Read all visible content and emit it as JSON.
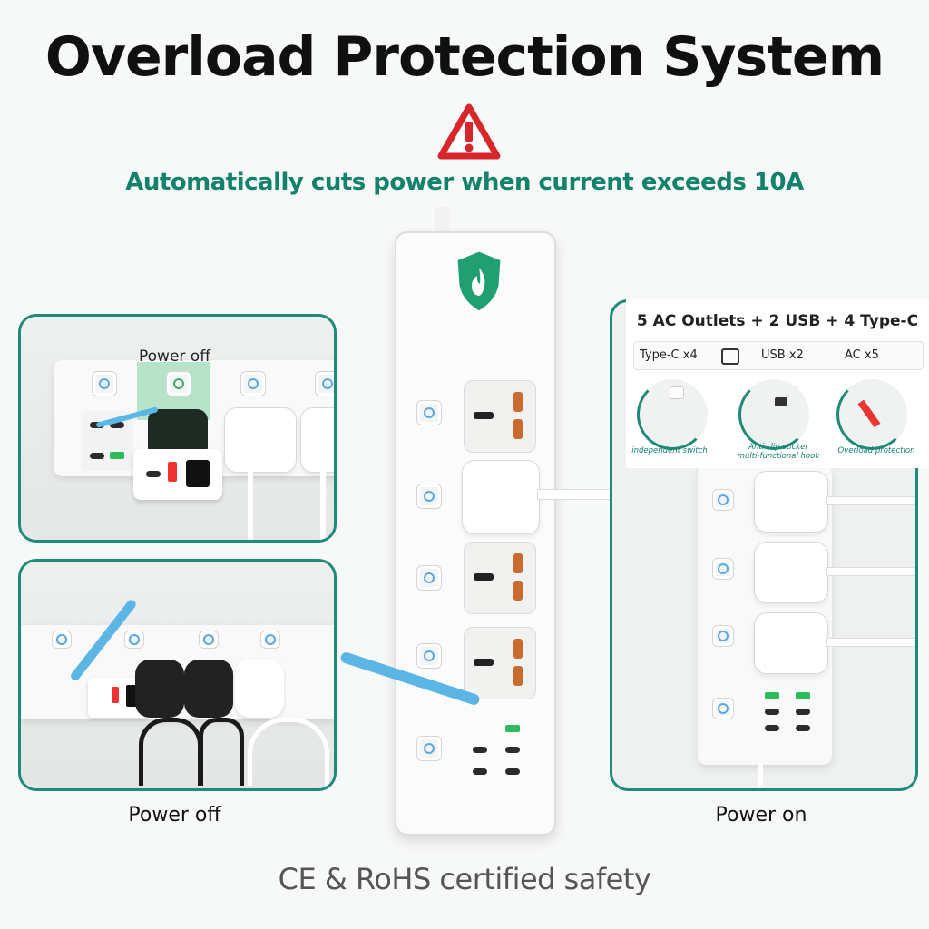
{
  "title": "Overload Protection System",
  "subtitle": "Automatically cuts power when current exceeds 10A",
  "footer": "CE & RoHS certified safety",
  "colors": {
    "accent": "#1f8a78",
    "warning": "#d9262a",
    "text": "#101010"
  },
  "left_top_panel": {
    "label": "Power off"
  },
  "left_bottom_panel": {
    "caption": "Power off"
  },
  "right_panel": {
    "caption": "Power on",
    "feature_card": {
      "title": "5 AC Outlets + 2 USB + 4 Type-C",
      "ports": [
        "Type-C x4",
        "USB x2",
        "AC x5"
      ],
      "features": [
        "independent switch",
        "Anti-slip sticker\nmulti-functional hook",
        "Overload protection"
      ]
    }
  },
  "icons": [
    "warning-triangle-icon",
    "shield-flame-icon",
    "usb-port-icon"
  ]
}
